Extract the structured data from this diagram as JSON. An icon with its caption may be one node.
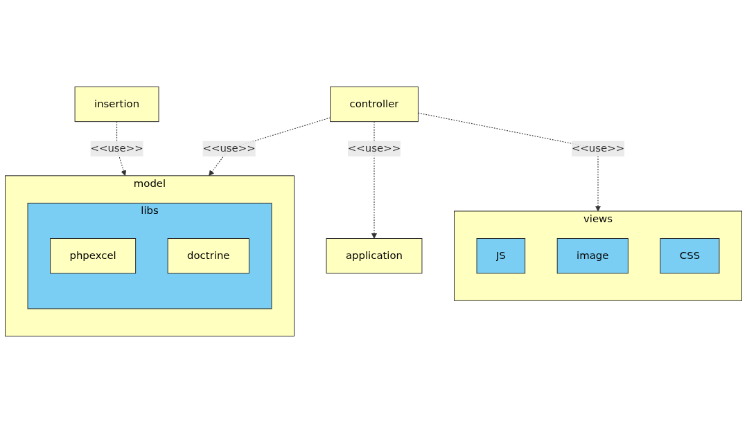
{
  "diagram": {
    "nodes": [
      {
        "text": [
          "views"
        ]
      },
      {
        "text": [
          "JS"
        ],
        "in": 0
      },
      {
        "text": [
          "image"
        ],
        "in": 0
      },
      {
        "text": [
          "CSS"
        ],
        "in": 0
      },
      {
        "text": [
          "insertion"
        ]
      },
      {
        "text": [
          "application"
        ]
      },
      {
        "text": [
          "controller"
        ]
      },
      {
        "text": [
          "model"
        ]
      },
      {
        "text": [
          "libs"
        ],
        "in": 7
      },
      {
        "text": [
          "phpexcel"
        ],
        "in": 8
      },
      {
        "text": [
          "doctrine"
        ],
        "in": 8
      }
    ],
    "edges": [
      {
        "from": 6,
        "to": 0,
        "arrow": "to",
        "style": "dashed",
        "label": "<<use>>"
      },
      {
        "from": 4,
        "to": 7,
        "arrow": "to",
        "style": "dashed",
        "label": "<<use>>"
      },
      {
        "from": 6,
        "to": 5,
        "arrow": "to",
        "style": "dashed",
        "label": "<<use>>"
      },
      {
        "from": 6,
        "to": 7,
        "arrow": "to",
        "style": "dashed",
        "label": "<<use>>"
      }
    ]
  }
}
